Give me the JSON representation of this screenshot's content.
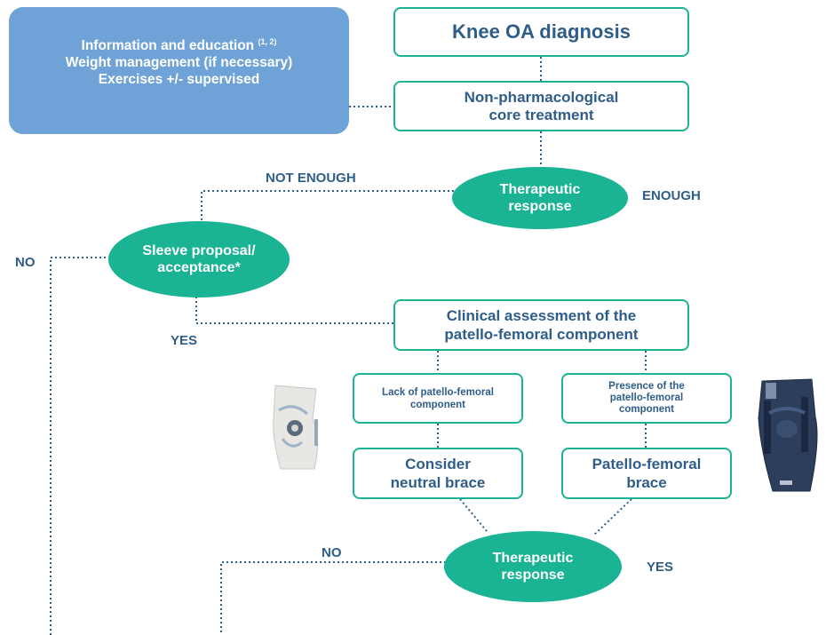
{
  "info_box": {
    "line1": "Information and education",
    "line1_sup": "(1, 2)",
    "line2": "Weight management (if necessary)",
    "line3": "Exercises +/- supervised"
  },
  "nodes": {
    "diagnosis": "Knee OA diagnosis",
    "core_treatment_1": "Non-pharmacological",
    "core_treatment_2": "core treatment",
    "response1_1": "Therapeutic",
    "response1_2": "response",
    "sleeve_1": "Sleeve proposal/",
    "sleeve_2": "acceptance*",
    "clinical_1": "Clinical assessment of the",
    "clinical_2": "patello-femoral component",
    "lack_1": "Lack of patello-femoral",
    "lack_2": "component",
    "presence_1": "Presence of the",
    "presence_2": "patello-femoral",
    "presence_3": "component",
    "neutral_1": "Consider",
    "neutral_2": "neutral brace",
    "pf_brace_1": "Patello-femoral",
    "pf_brace_2": "brace",
    "response2_1": "Therapeutic",
    "response2_2": "response"
  },
  "labels": {
    "not_enough": "NOT ENOUGH",
    "enough": "ENOUGH",
    "no_left": "NO",
    "yes_sleeve": "YES",
    "no_bottom": "NO",
    "yes_bottom": "YES"
  },
  "colors": {
    "teal": "#1ab394",
    "blue_box": "#6fa3d8",
    "text_blue": "#2f5d8a",
    "dotted_line": "#2f5d8a"
  }
}
